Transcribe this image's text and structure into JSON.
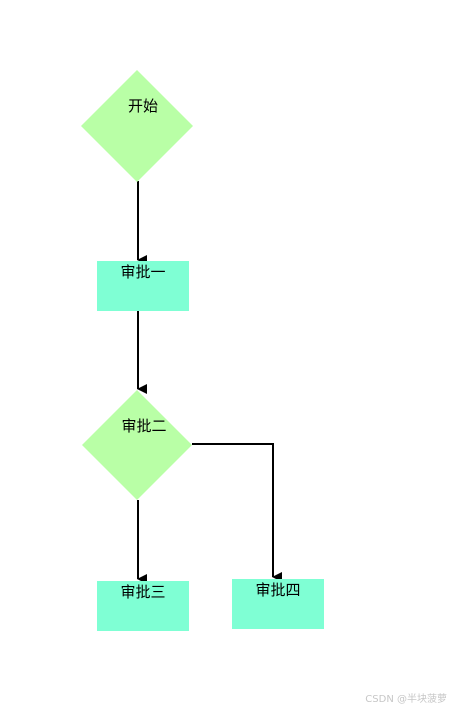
{
  "nodes": {
    "start": {
      "label": "开始",
      "shape": "diamond",
      "color": "#b9ffa6"
    },
    "approval_1": {
      "label": "审批一",
      "shape": "rectangle",
      "color": "#7fffd4"
    },
    "approval_2": {
      "label": "审批二",
      "shape": "diamond",
      "color": "#b9ffa6"
    },
    "approval_3": {
      "label": "审批三",
      "shape": "rectangle",
      "color": "#7fffd4"
    },
    "approval_4": {
      "label": "审批四",
      "shape": "rectangle",
      "color": "#7fffd4"
    }
  },
  "edges": [
    {
      "from": "start",
      "to": "approval_1"
    },
    {
      "from": "approval_1",
      "to": "approval_2"
    },
    {
      "from": "approval_2",
      "to": "approval_3"
    },
    {
      "from": "approval_2",
      "to": "approval_4"
    }
  ],
  "line_color": "#000000",
  "watermark": "CSDN @半块菠萝"
}
